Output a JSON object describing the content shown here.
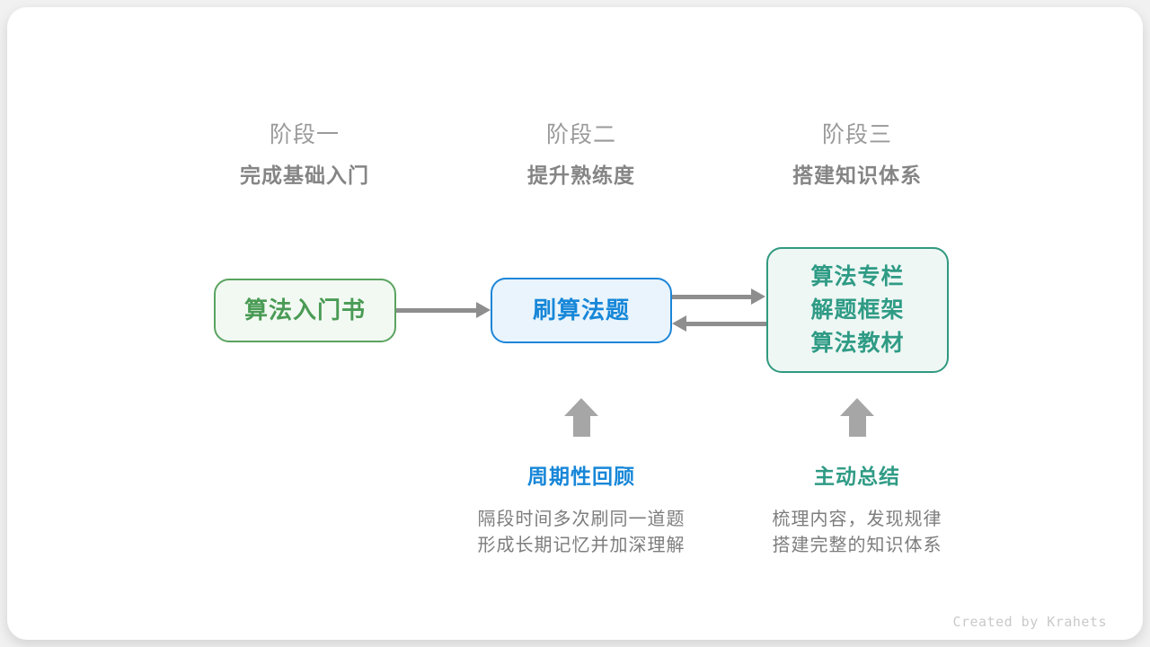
{
  "stages": [
    {
      "label": "阶段一",
      "subtitle": "完成基础入门"
    },
    {
      "label": "阶段二",
      "subtitle": "提升熟练度"
    },
    {
      "label": "阶段三",
      "subtitle": "搭建知识体系"
    }
  ],
  "nodes": [
    {
      "id": "node-intro-book",
      "lines": [
        "算法入门书"
      ],
      "text_color": "#4a9b55",
      "border_color": "#5aa360",
      "bg_color": "#f2f9f2"
    },
    {
      "id": "node-practice",
      "lines": [
        "刷算法题"
      ],
      "text_color": "#1787d8",
      "border_color": "#1d86d8",
      "bg_color": "#e9f4fc"
    },
    {
      "id": "node-resources",
      "lines": [
        "算法专栏",
        "解题框架",
        "算法教材"
      ],
      "text_color": "#2f9b85",
      "border_color": "#30997f",
      "bg_color": "#eef7f4"
    }
  ],
  "edges": [
    {
      "from": "node-intro-book",
      "to": "node-practice",
      "direction": "right"
    },
    {
      "from": "node-practice",
      "to": "node-resources",
      "direction": "right"
    },
    {
      "from": "node-resources",
      "to": "node-practice",
      "direction": "left"
    }
  ],
  "annotations": [
    {
      "title": "周期性回顾",
      "title_color": "#1787d8",
      "lines": [
        "隔段时间多次刷同一道题",
        "形成长期记忆并加深理解"
      ],
      "points_to": "node-practice"
    },
    {
      "title": "主动总结",
      "title_color": "#2f9b85",
      "lines": [
        "梳理内容，发现规律",
        "搭建完整的知识体系"
      ],
      "points_to": "node-resources"
    }
  ],
  "credit": "Created by Krahets",
  "colors": {
    "page_bg": "#f1f1f1",
    "card_bg": "#ffffff",
    "connector_arrow": "#8e8e8e",
    "block_arrow": "#a6a6a6",
    "stage_label": "#9a9a9a",
    "stage_subtitle": "#858585",
    "description_text": "#7d7d7d",
    "credit_text": "#c9c9c9"
  }
}
